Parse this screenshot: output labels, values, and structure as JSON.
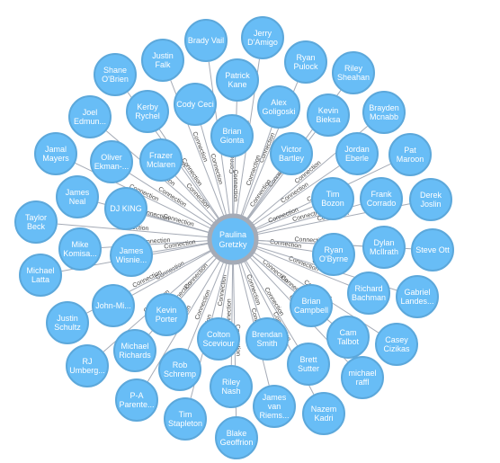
{
  "graph": {
    "center": {
      "line1": "Paulina",
      "line2": "Gretzky"
    },
    "relationship_label": "Connection",
    "nodes": [
      {
        "id": "brady-vail",
        "line1": "Brady Vail",
        "line2": ""
      },
      {
        "id": "jerry-damigo",
        "line1": "Jerry",
        "line2": "D'Amigo"
      },
      {
        "id": "justin-falk",
        "line1": "Justin",
        "line2": "Falk"
      },
      {
        "id": "shane-obrien",
        "line1": "Shane",
        "line2": "O'Brien"
      },
      {
        "id": "ryan-pulock",
        "line1": "Ryan",
        "line2": "Pulock"
      },
      {
        "id": "riley-sheahan",
        "line1": "Riley",
        "line2": "Sheahan"
      },
      {
        "id": "patrick-kane",
        "line1": "Patrick",
        "line2": "Kane"
      },
      {
        "id": "cody-ceci",
        "line1": "Cody Ceci",
        "line2": ""
      },
      {
        "id": "kerby-rychel",
        "line1": "Kerby",
        "line2": "Rychel"
      },
      {
        "id": "alex-goligoski",
        "line1": "Alex",
        "line2": "Goligoski"
      },
      {
        "id": "kevin-bieksa",
        "line1": "Kevin",
        "line2": "Bieksa"
      },
      {
        "id": "brayden-mcnabb",
        "line1": "Brayden",
        "line2": "Mcnabb"
      },
      {
        "id": "joel-edmundson",
        "line1": "Joel",
        "line2": "Edmun..."
      },
      {
        "id": "brian-gionta",
        "line1": "Brian",
        "line2": "Gionta"
      },
      {
        "id": "victor-bartley",
        "line1": "Victor",
        "line2": "Bartley"
      },
      {
        "id": "jordan-eberle",
        "line1": "Jordan",
        "line2": "Eberle"
      },
      {
        "id": "pat-maroon",
        "line1": "Pat",
        "line2": "Maroon"
      },
      {
        "id": "jamal-mayers",
        "line1": "Jamal",
        "line2": "Mayers"
      },
      {
        "id": "oliver-ekman",
        "line1": "Oliver",
        "line2": "Ekman-..."
      },
      {
        "id": "frazer-mclaren",
        "line1": "Frazer",
        "line2": "Mclaren"
      },
      {
        "id": "james-neal",
        "line1": "James",
        "line2": "Neal"
      },
      {
        "id": "dj-king",
        "line1": "DJ KING",
        "line2": ""
      },
      {
        "id": "tim-bozon",
        "line1": "Tim",
        "line2": "Bozon"
      },
      {
        "id": "frank-corrado",
        "line1": "Frank",
        "line2": "Corrado"
      },
      {
        "id": "derek-joslin",
        "line1": "Derek",
        "line2": "Joslin"
      },
      {
        "id": "taylor-beck",
        "line1": "Taylor",
        "line2": "Beck"
      },
      {
        "id": "mike-komisarek",
        "line1": "Mike",
        "line2": "Komisa..."
      },
      {
        "id": "james-wisniewski",
        "line1": "James",
        "line2": "Wisnie..."
      },
      {
        "id": "ryan-obyrne",
        "line1": "Ryan",
        "line2": "O'Byrne"
      },
      {
        "id": "dylan-mcilrath",
        "line1": "Dylan",
        "line2": "McIlrath"
      },
      {
        "id": "steve-ott",
        "line1": "Steve Ott",
        "line2": ""
      },
      {
        "id": "michael-latta",
        "line1": "Michael",
        "line2": "Latta"
      },
      {
        "id": "john-michael",
        "line1": "John-Mi...",
        "line2": ""
      },
      {
        "id": "richard-bachman",
        "line1": "Richard",
        "line2": "Bachman"
      },
      {
        "id": "gabriel-landeskog",
        "line1": "Gabriel",
        "line2": "Landes..."
      },
      {
        "id": "justin-schultz",
        "line1": "Justin",
        "line2": "Schultz"
      },
      {
        "id": "kevin-porter",
        "line1": "Kevin",
        "line2": "Porter"
      },
      {
        "id": "brian-campbell",
        "line1": "Brian",
        "line2": "Campbell"
      },
      {
        "id": "colton-sceviour",
        "line1": "Colton",
        "line2": "Sceviour"
      },
      {
        "id": "brendan-smith",
        "line1": "Brendan",
        "line2": "Smith"
      },
      {
        "id": "cam-talbot",
        "line1": "Cam",
        "line2": "Talbot"
      },
      {
        "id": "casey-cizikas",
        "line1": "Casey",
        "line2": "Cizikas"
      },
      {
        "id": "michael-richards",
        "line1": "Michael",
        "line2": "Richards"
      },
      {
        "id": "rj-umberger",
        "line1": "RJ",
        "line2": "Umberg..."
      },
      {
        "id": "rob-schremp",
        "line1": "Rob",
        "line2": "Schremp"
      },
      {
        "id": "riley-nash",
        "line1": "Riley",
        "line2": "Nash"
      },
      {
        "id": "brett-sutter",
        "line1": "Brett",
        "line2": "Sutter"
      },
      {
        "id": "michael-raffl",
        "line1": "michael",
        "line2": "raffl"
      },
      {
        "id": "pa-parenteau",
        "line1": "P-A",
        "line2": "Parente..."
      },
      {
        "id": "james-van-riemsdyk",
        "line1": "James",
        "line2": "van",
        "line3": "Riems..."
      },
      {
        "id": "nazem-kadri",
        "line1": "Nazem",
        "line2": "Kadri"
      },
      {
        "id": "tim-stapleton",
        "line1": "Tim",
        "line2": "Stapleton"
      },
      {
        "id": "blake-geoffrion",
        "line1": "Blake",
        "line2": "Geoffrion"
      }
    ]
  },
  "colors": {
    "node_fill": "#68bdf6",
    "node_stroke": "#5ca8db",
    "edge": "#a5abb6",
    "center_ring": "#a5abb6"
  }
}
